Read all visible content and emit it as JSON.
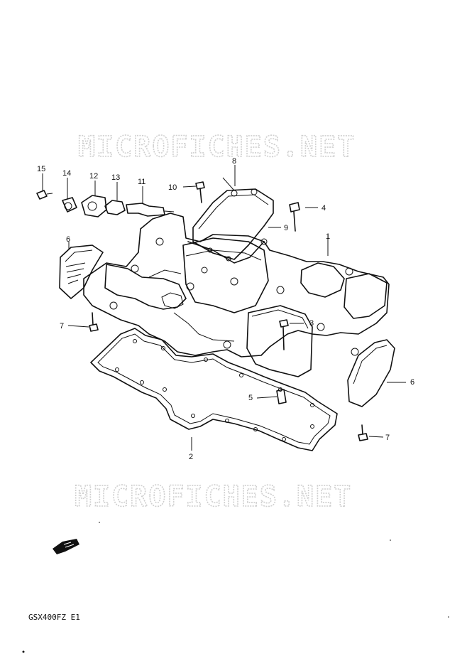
{
  "watermarks": [
    "MICROFICHES.NET",
    "MICROFICHES.NET"
  ],
  "model_code": "GSX400FZ E1",
  "callouts": [
    {
      "id": "c1",
      "label": "1"
    },
    {
      "id": "c2",
      "label": "2"
    },
    {
      "id": "c3",
      "label": "3"
    },
    {
      "id": "c4",
      "label": "4"
    },
    {
      "id": "c5",
      "label": "5"
    },
    {
      "id": "c6a",
      "label": "6"
    },
    {
      "id": "c6b",
      "label": "6"
    },
    {
      "id": "c7a",
      "label": "7"
    },
    {
      "id": "c7b",
      "label": "7"
    },
    {
      "id": "c8",
      "label": "8"
    },
    {
      "id": "c9",
      "label": "9"
    },
    {
      "id": "c10",
      "label": "10"
    },
    {
      "id": "c11",
      "label": "11"
    },
    {
      "id": "c12",
      "label": "12"
    },
    {
      "id": "c13",
      "label": "13"
    },
    {
      "id": "c14",
      "label": "14"
    },
    {
      "id": "c15",
      "label": "15"
    }
  ],
  "front_arrow_icon": "front-direction-arrow-icon"
}
